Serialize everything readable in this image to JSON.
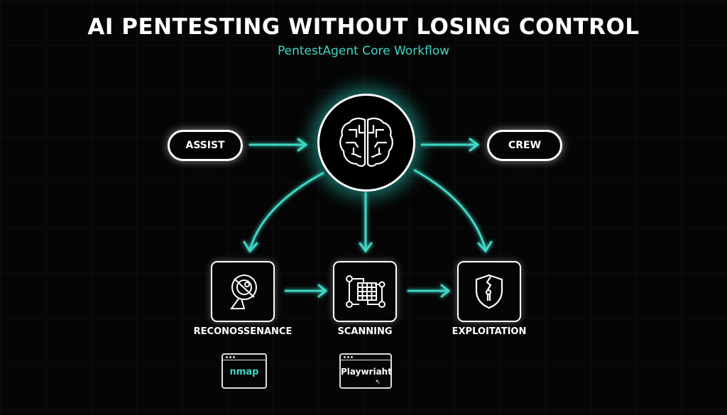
{
  "title": "AI PENTESTING WITHOUT LOSING CONTROL",
  "subtitle": "PentestAgent Core Workflow",
  "modes": {
    "left": "ASSIST",
    "right": "CREW"
  },
  "center": {
    "icon": "brain-icon"
  },
  "stages": [
    {
      "label": "RECONOSSENANCE",
      "icon": "satellite-dish-icon",
      "tool": "nmap"
    },
    {
      "label": "SCANNING",
      "icon": "network-grid-icon",
      "tool": "Playwriaht"
    },
    {
      "label": "EXPLOITATION",
      "icon": "broken-shield-icon"
    }
  ],
  "colors": {
    "accent": "#3fd6c6",
    "background": "#050505",
    "stroke": "#ffffff"
  }
}
